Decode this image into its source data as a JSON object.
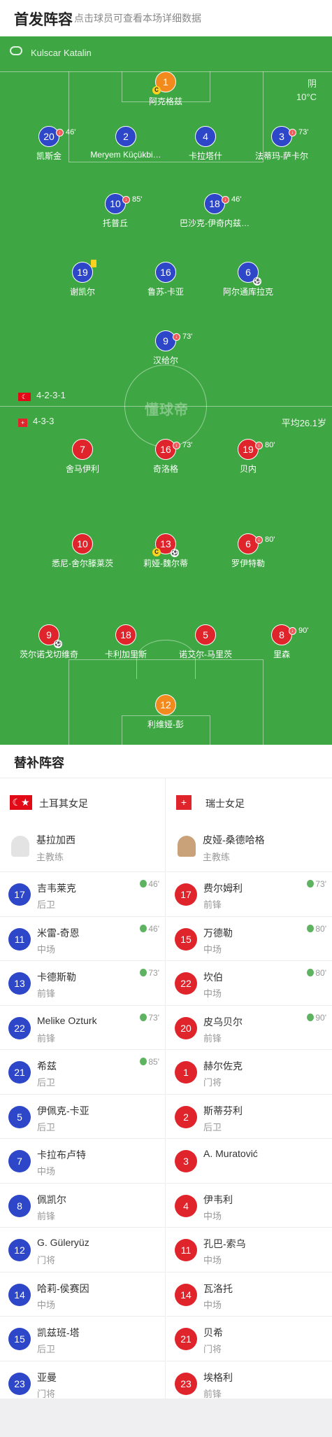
{
  "header": {
    "title": "首发阵容",
    "subtitle": "点击球员可查看本场详细数据"
  },
  "pitch": {
    "referee": "Kulscar Katalin",
    "weather": "阴",
    "temperature": "10°C",
    "home_formation": "4-2-3-1",
    "away_formation": "4-3-3",
    "away_avg_age": "平均26.1岁",
    "watermark": "懂球帝",
    "home": [
      {
        "num": "1",
        "name": "阿克格兹",
        "captain": "C"
      },
      {
        "num": "20",
        "name": "凯斯金",
        "sub": "46'"
      },
      {
        "num": "2",
        "name": "Meryem Küçükbi…"
      },
      {
        "num": "4",
        "name": "卡拉塔什"
      },
      {
        "num": "3",
        "name": "法蒂玛-萨卡尔",
        "sub": "73'"
      },
      {
        "num": "10",
        "name": "托普丘",
        "sub": "85'"
      },
      {
        "num": "18",
        "name": "巴沙克-伊奇内兹…",
        "sub": "46'"
      },
      {
        "num": "19",
        "name": "谢凯尔"
      },
      {
        "num": "16",
        "name": "鲁苏-卡亚"
      },
      {
        "num": "6",
        "name": "阿尔通库拉克"
      },
      {
        "num": "9",
        "name": "汉给尔",
        "sub": "73'"
      }
    ],
    "away": [
      {
        "num": "7",
        "name": "舍马伊利"
      },
      {
        "num": "16",
        "name": "奇洛格",
        "sub": "73'"
      },
      {
        "num": "19",
        "name": "贝内",
        "sub": "80'"
      },
      {
        "num": "10",
        "name": "悉尼-舍尔滕莱茨"
      },
      {
        "num": "13",
        "name": "莉娅-魏尔蒂",
        "captain": "C"
      },
      {
        "num": "6",
        "name": "罗伊特勒",
        "sub": "80'"
      },
      {
        "num": "9",
        "name": "茨尔诺戈切维奇"
      },
      {
        "num": "18",
        "name": "卡利加里斯"
      },
      {
        "num": "5",
        "name": "诺艾尔-马里茨"
      },
      {
        "num": "8",
        "name": "里森",
        "sub": "90'"
      },
      {
        "num": "12",
        "name": "利维娅-彭"
      }
    ]
  },
  "subs": {
    "title": "替补阵容",
    "home": {
      "team": "土耳其女足",
      "coach": "基拉加西",
      "coach_role": "主教练",
      "players": [
        {
          "num": "17",
          "name": "吉韦莱克",
          "pos": "后卫",
          "min": "46'"
        },
        {
          "num": "11",
          "name": "米雷-奇恩",
          "pos": "中场",
          "min": "46'"
        },
        {
          "num": "13",
          "name": "卡德斯勒",
          "pos": "前锋",
          "min": "73'"
        },
        {
          "num": "22",
          "name": "Melike Ozturk",
          "pos": "前锋",
          "min": "73'"
        },
        {
          "num": "21",
          "name": "希兹",
          "pos": "后卫",
          "min": "85'"
        },
        {
          "num": "5",
          "name": "伊佩克-卡亚",
          "pos": "后卫"
        },
        {
          "num": "7",
          "name": "卡拉布卢特",
          "pos": "中场"
        },
        {
          "num": "8",
          "name": "佩凯尔",
          "pos": "前锋"
        },
        {
          "num": "12",
          "name": "G. Güleryüz",
          "pos": "门将"
        },
        {
          "num": "14",
          "name": "哈莉-侯赛因",
          "pos": "中场"
        },
        {
          "num": "15",
          "name": "凯兹班-塔",
          "pos": "后卫"
        },
        {
          "num": "23",
          "name": "亚曼",
          "pos": "门将"
        }
      ]
    },
    "away": {
      "team": "瑞士女足",
      "coach": "皮娅-桑德哈格",
      "coach_role": "主教练",
      "players": [
        {
          "num": "17",
          "name": "费尔姆利",
          "pos": "前锋",
          "min": "73'"
        },
        {
          "num": "15",
          "name": "万德勒",
          "pos": "中场",
          "min": "80'"
        },
        {
          "num": "22",
          "name": "坎伯",
          "pos": "中场",
          "min": "80'"
        },
        {
          "num": "20",
          "name": "皮乌贝尔",
          "pos": "前锋",
          "min": "90'"
        },
        {
          "num": "1",
          "name": "赫尔佐克",
          "pos": "门将"
        },
        {
          "num": "2",
          "name": "斯蒂芬利",
          "pos": "后卫"
        },
        {
          "num": "3",
          "name": "A. Muratović",
          "pos": ""
        },
        {
          "num": "4",
          "name": "伊韦利",
          "pos": "中场"
        },
        {
          "num": "11",
          "name": "孔巴-索乌",
          "pos": "中场"
        },
        {
          "num": "14",
          "name": "瓦洛托",
          "pos": "中场"
        },
        {
          "num": "21",
          "name": "贝希",
          "pos": "门将"
        },
        {
          "num": "23",
          "name": "埃格利",
          "pos": "前锋"
        }
      ]
    }
  },
  "colors": {
    "pitch": "#3ea743",
    "home": "#2d47c8",
    "away": "#e0242b",
    "keeper_home": "#f28a1d"
  }
}
